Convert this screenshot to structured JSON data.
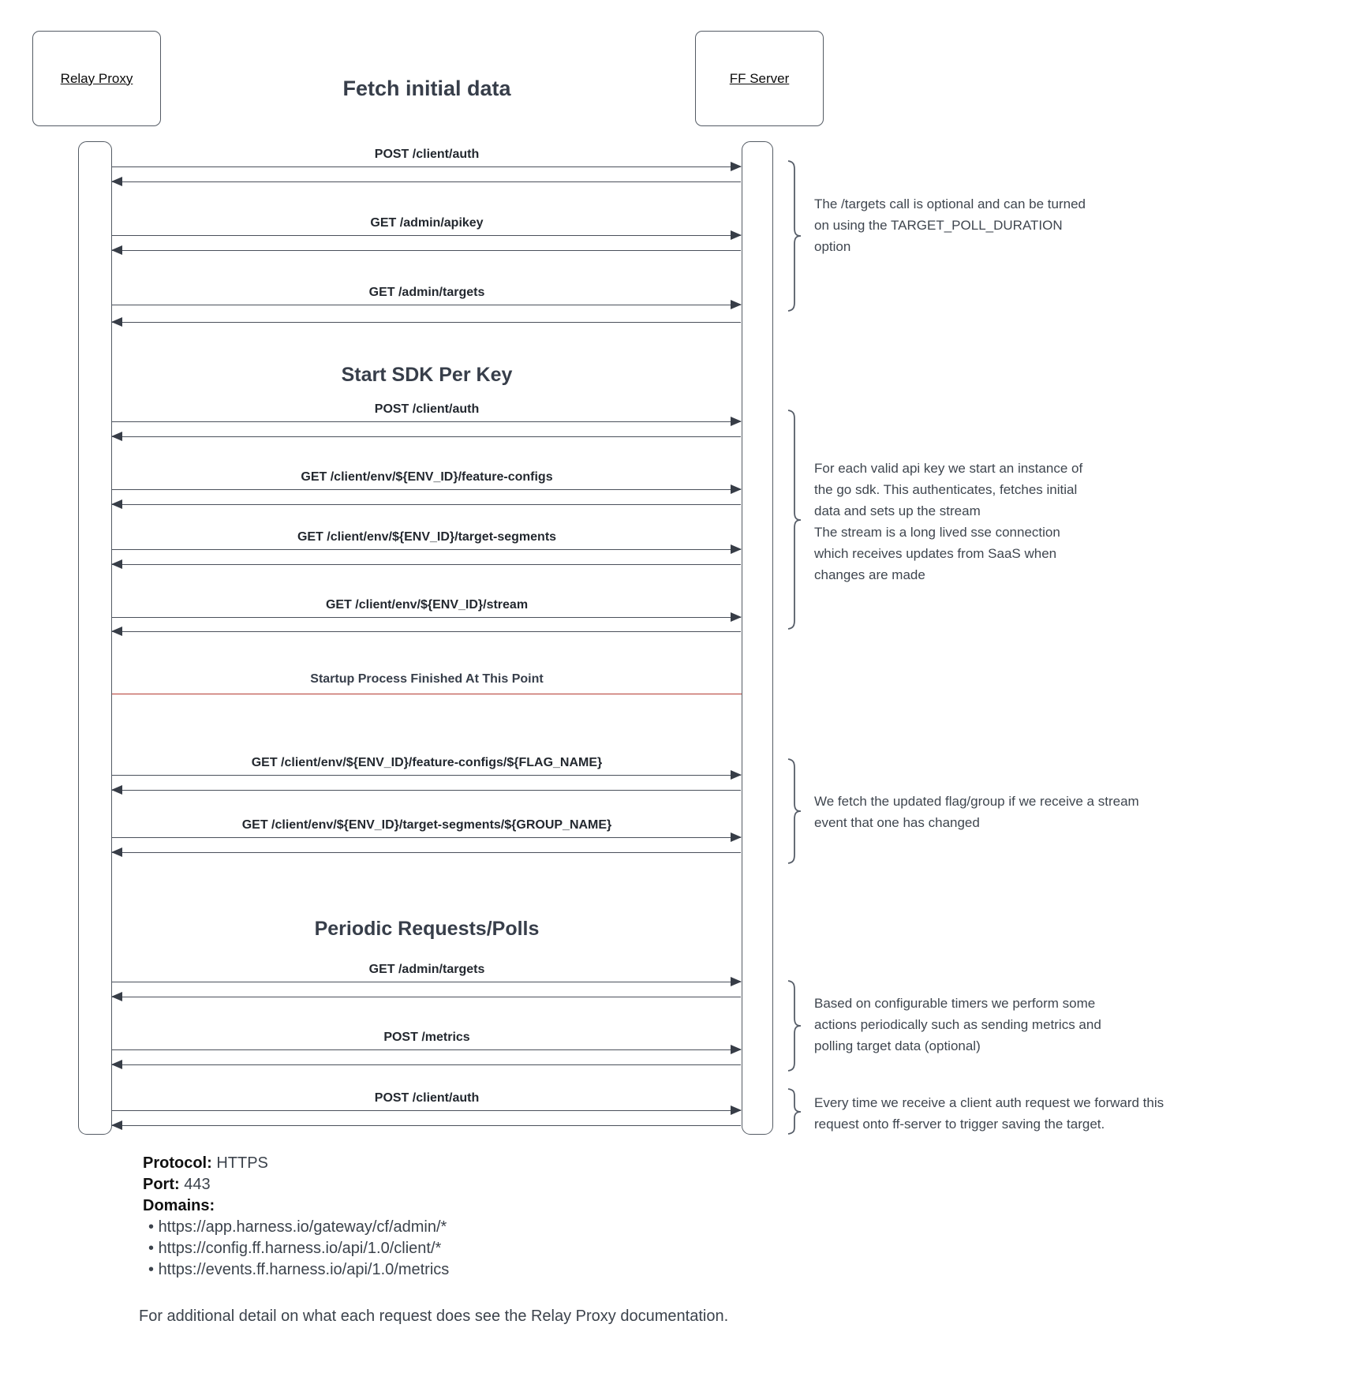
{
  "title": "Fetch initial data",
  "actors": [
    {
      "name": "Relay Proxy"
    },
    {
      "name": "FF Server"
    }
  ],
  "sections": [
    "Start SDK Per Key",
    "Periodic Requests/Polls"
  ],
  "messages": [
    {
      "label": "POST /client/auth"
    },
    {
      "label": "GET /admin/apikey"
    },
    {
      "label": "GET /admin/targets"
    },
    {
      "label": "POST /client/auth"
    },
    {
      "label": "GET /client/env/${ENV_ID}/feature-configs"
    },
    {
      "label": "GET /client/env/${ENV_ID}/target-segments"
    },
    {
      "label": "GET /client/env/${ENV_ID}/stream"
    },
    {
      "label": "GET /client/env/${ENV_ID}/feature-configs/${FLAG_NAME}"
    },
    {
      "label": "GET /client/env/${ENV_ID}/target-segments/${GROUP_NAME}"
    },
    {
      "label": "GET /admin/targets"
    },
    {
      "label": "POST /metrics"
    },
    {
      "label": "POST /client/auth"
    }
  ],
  "milestone": {
    "label": "Startup Process Finished At This Point"
  },
  "annotations": [
    {
      "text": "The /targets call is optional and can be turned\non using the TARGET_POLL_DURATION\noption"
    },
    {
      "text": "For each valid api key we start an instance of\nthe go sdk. This authenticates, fetches initial\ndata and sets up the stream\nThe stream is a long lived sse connection\nwhich receives updates from SaaS when\nchanges are made"
    },
    {
      "text": "We fetch the updated flag/group if we receive a stream\nevent that one has changed"
    },
    {
      "text": "Based on configurable timers we perform some\nactions periodically such as sending metrics and\npolling target data (optional)"
    },
    {
      "text": "Every time we receive a client auth request we forward this\nrequest onto ff-server to trigger saving the target."
    }
  ],
  "footer": {
    "rows": [
      {
        "label": "Protocol:",
        "value": "HTTPS"
      },
      {
        "label": "Port:",
        "value": "443"
      },
      {
        "label": "Domains:",
        "value": ""
      }
    ],
    "domains": [
      "https://app.harness.io/gateway/cf/admin/*",
      "https://config.ff.harness.io/api/1.0/client/*",
      "https://events.ff.harness.io/api/1.0/metrics"
    ],
    "note": "For additional detail on what each request does see the Relay Proxy documentation."
  },
  "colors": {
    "line": "#4a505b",
    "arrowhead": "#373d47",
    "milestone_red": "#b43a31",
    "heading": "#373e4a",
    "annotation_text": "#3f464f",
    "background": "#ffffff"
  }
}
